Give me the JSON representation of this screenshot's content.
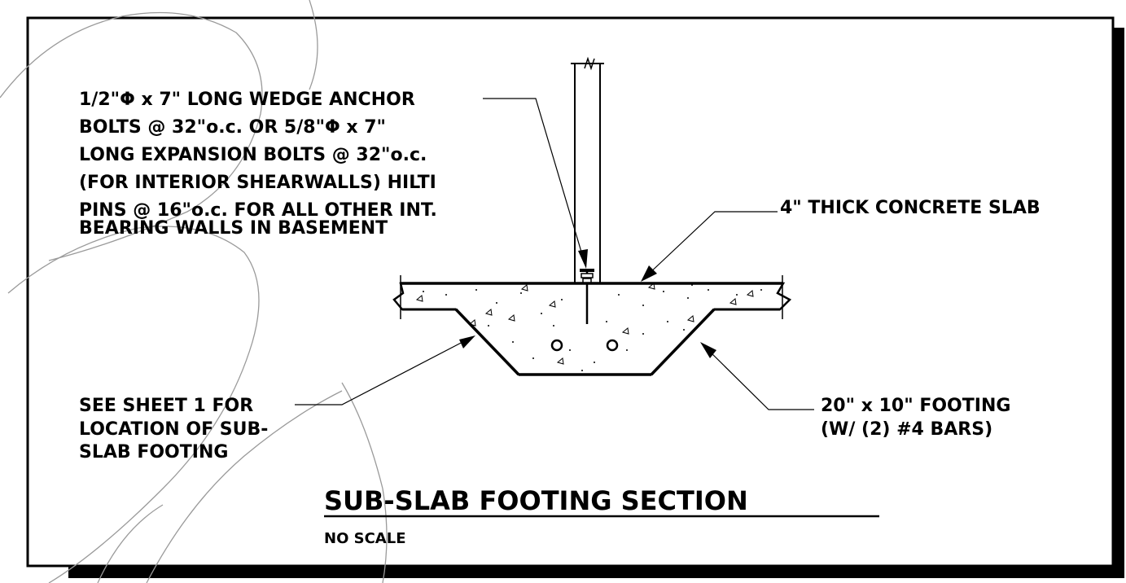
{
  "title": "SUB-SLAB FOOTING SECTION",
  "scale_note": "NO SCALE",
  "callouts": {
    "anchor_bolts": [
      "1/2\"Φ x 7\" LONG WEDGE ANCHOR",
      "BOLTS @ 32\"o.c. OR 5/8\"Φ x 7\"",
      "LONG EXPANSION BOLTS @ 32\"o.c.",
      "(FOR INTERIOR SHEARWALLS) HILTI",
      "PINS @ 16\"o.c. FOR ALL OTHER INT.",
      "BEARING WALLS IN BASEMENT"
    ],
    "slab": "4\" THICK CONCRETE SLAB",
    "see_sheet": [
      "SEE SHEET 1 FOR",
      "LOCATION OF SUB-",
      "SLAB FOOTING"
    ],
    "footing": [
      "20\" x 10\" FOOTING",
      "(W/ (2) #4 BARS)"
    ]
  },
  "colors": {
    "line": "#000000",
    "shadow": "#000000",
    "watermark": "#9a9a9a",
    "background": "#ffffff"
  }
}
